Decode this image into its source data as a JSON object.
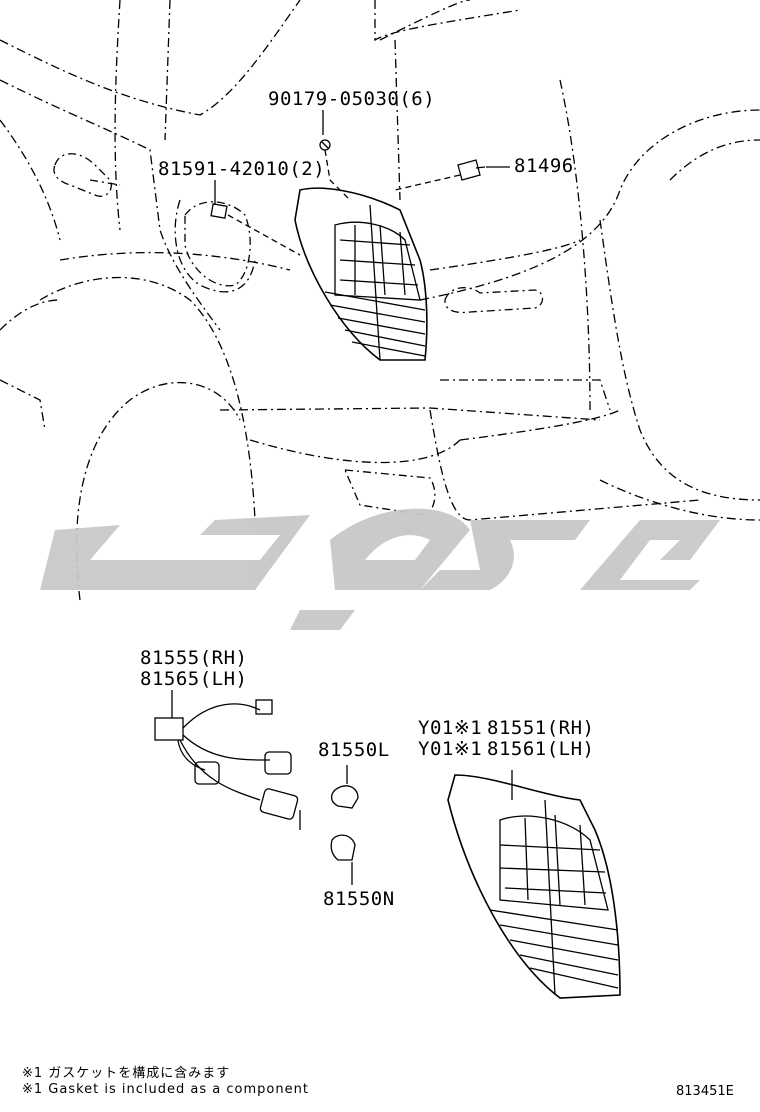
{
  "parts": {
    "screw": "90179-05030(6)",
    "clip": "81591-42010(2)",
    "socket": "81496",
    "wire_rh": "81555(RH)",
    "wire_lh": "81565(LH)",
    "bulb_l": "81550L",
    "bulb_n": "81550N",
    "lamp_rh_prefix": "Y01※1",
    "lamp_rh": "81551(RH)",
    "lamp_lh_prefix": "Y01※1",
    "lamp_lh": "81561(LH)"
  },
  "notes": {
    "jp": "※1 ガスケットを構成に含みます",
    "en": "※1 Gasket is included as a component"
  },
  "figure_id": "813451E",
  "colors": {
    "line": "#000000",
    "watermark": "#c8c8c8",
    "background": "#ffffff"
  }
}
